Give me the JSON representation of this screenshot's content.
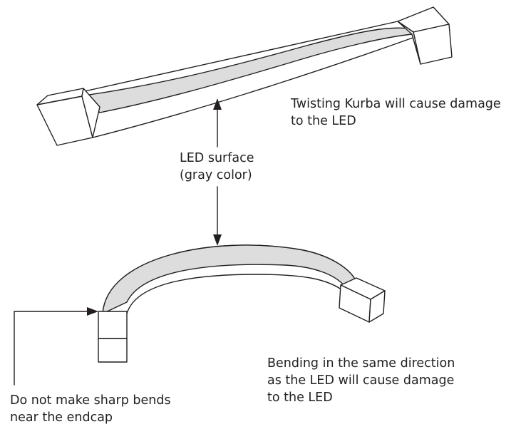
{
  "labels": {
    "twist_line1": "Twisting Kurba will cause damage",
    "twist_line2": "to the LED",
    "led_surface_line1": "LED surface",
    "led_surface_line2": "(gray color)",
    "bend_line1": "Bending in the same direction",
    "bend_line2": "as the LED will cause damage",
    "bend_line3": "to the LED",
    "sharp_line1": "Do not make sharp bends",
    "sharp_line2": "near the endcap"
  },
  "colors": {
    "stroke": "#231f20",
    "led_surface": "#dddddd",
    "background": "#ffffff"
  }
}
